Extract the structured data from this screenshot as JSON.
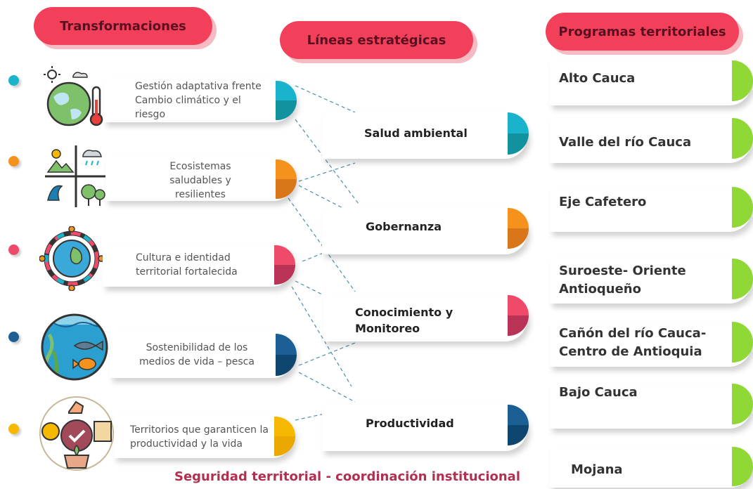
{
  "headers": {
    "transformaciones": "Transformaciones",
    "lineas": "Líneas estratégicas",
    "programas": "Programas territoriales"
  },
  "transformaciones": [
    {
      "text": "Gestión adaptativa frente Cambio climático y el riesgo",
      "color": "#1ab3cc",
      "color_dark": "#12929f"
    },
    {
      "text": "Ecosistemas saludables y resilientes",
      "color": "#f5921e",
      "color_dark": "#d9761a"
    },
    {
      "text": "Cultura e identidad territorial fortalecida",
      "color": "#ef4a6a",
      "color_dark": "#b83356"
    },
    {
      "text": "Sostenibilidad de los medios de vida – pesca",
      "color": "#1c5f95",
      "color_dark": "#0f4670"
    },
    {
      "text": "Territorios que garanticen la productividad y la vida",
      "color": "#f6b800",
      "color_dark": "#eba800"
    }
  ],
  "lineas": [
    {
      "text": "Salud ambiental",
      "color": "#1ab3cc",
      "color_dark": "#12929f"
    },
    {
      "text": "Gobernanza",
      "color": "#f5921e",
      "color_dark": "#d9761a"
    },
    {
      "text": "Conocimiento y Monitoreo",
      "color": "#ef4a6a",
      "color_dark": "#b83356"
    },
    {
      "text": "Productividad",
      "color": "#1c5f95",
      "color_dark": "#0f4670"
    }
  ],
  "programas": [
    {
      "text": "Alto Cauca"
    },
    {
      "text": "Valle del río Cauca"
    },
    {
      "text": "Eje Cafetero"
    },
    {
      "text": "Suroeste- Oriente Antioqueño"
    },
    {
      "text": "Cañón del río Cauca- Centro de Antioquia"
    },
    {
      "text": "Bajo Cauca"
    },
    {
      "text": "Mojana"
    }
  ],
  "icons": [
    "climate-earth-icon",
    "ecosystems-icon",
    "culture-globe-icon",
    "fishing-icon",
    "productivity-icon"
  ],
  "footer": "Seguridad territorial - coordinación institucional",
  "colors": {
    "header_pill": "#f2405a",
    "program_accent": "#8fd836",
    "footer": "#b03050"
  }
}
